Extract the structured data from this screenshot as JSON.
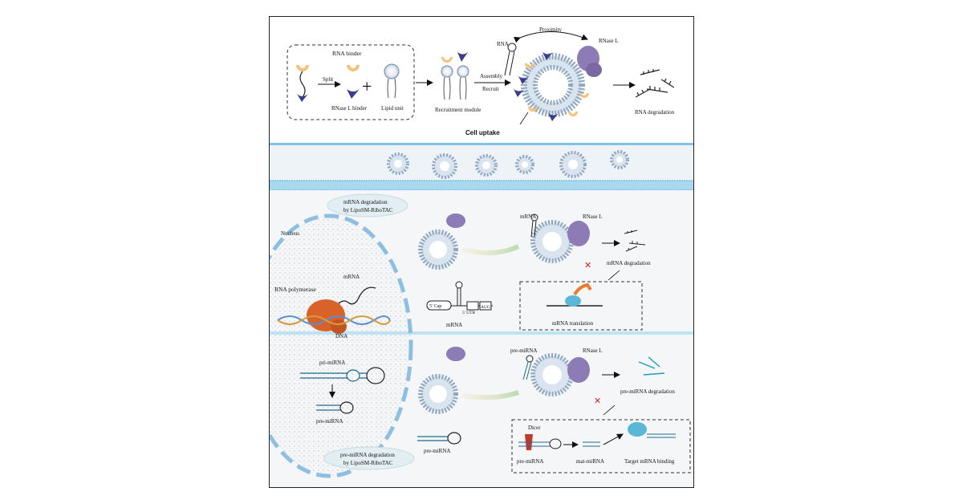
{
  "top": {
    "rna_binder": "RNA binder",
    "split": "Split",
    "rnase_l_binder": "RNase L binder",
    "lipid_unit": "Lipid unit",
    "recruitment_module": "Recruitment module",
    "assembly": "Assembly",
    "recruit": "Recruit",
    "rna": "RNA",
    "proximity": "Proximity",
    "rnase_l": "RNase L",
    "rna_degradation": "RNA degradation"
  },
  "cell_uptake": "Cell uptake",
  "nucleus": {
    "nucleus_label": "Nucleus",
    "rna_polymerase": "RNA polymerase",
    "mrna": "mRNA",
    "dna": "DNA",
    "pri_mirna": "pri-miRNA",
    "pre_mirna": "pre-miRNA"
  },
  "mrna_panel": {
    "title_line1": "mRNA degradation",
    "title_line2": "by LipoSM-RiboTAC",
    "mrna_top": "mRNA",
    "rnase_l": "RNase L",
    "cap": "5' Cap",
    "utr": "5' UTR",
    "aug": "AUG",
    "mrna_bottom": "mRNA",
    "mrna_degradation": "mRNA degradation",
    "mrna_translation": "mRNA translation"
  },
  "premirna_panel": {
    "title_line1": "pre-miRNA degradation",
    "title_line2": "by LipoSM-RiboTAC",
    "pre_mirna_top": "pre-miRNA",
    "rnase_l": "RNase L",
    "pre_mirna_bottom": "pre-miRNA",
    "pre_mirna_degradation": "pre-miRNA degradation",
    "dicer": "Dicer",
    "pre_mirna_box": "pre-miRNA",
    "mat_mirna": "mat-miRNA",
    "target_binding": "Target mRNA binding"
  },
  "colors": {
    "rna_binder": "#f2c27a",
    "rnase_binder": "#3b3c8c",
    "lipid": "#9fb8d4",
    "membrane": "#7fc3e6",
    "rnase_l": "#8d7bb5",
    "polymerase": "#d9622b",
    "dicer": "#c0392b"
  }
}
